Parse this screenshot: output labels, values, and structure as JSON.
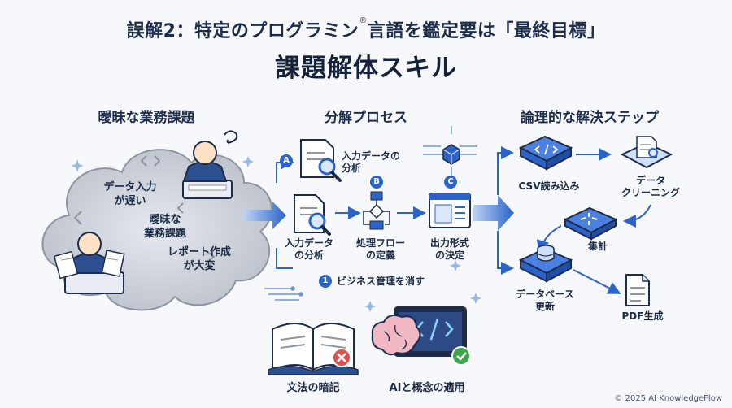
{
  "header": {
    "title_line1": "誤解2：特定のプログラミン",
    "title_mark": "®",
    "title_line1b": "言語を鑑定要は「最終目標」",
    "title_line2": "課題解体スキル"
  },
  "columns": {
    "left": "曖昧な業務課題",
    "middle": "分解プロセス",
    "right": "論理的な解決ステップ"
  },
  "cloud": {
    "label1": "データ入力\nが遅い",
    "label2": "曖昧な\n業務課題",
    "label3": "レポート作成\nが大変"
  },
  "process": {
    "badge_a": "A",
    "badge_b": "B",
    "badge_c": "C",
    "a_label": "入力データの\n分析",
    "step1_label": "入力データ\nの分析",
    "step2_label": "処理フロー\nの定義",
    "step3_label": "出力形式\nの決定",
    "note_num": "1",
    "note_text": "ビジネス管理を消す"
  },
  "comparison": {
    "bad_label": "文法の暗記",
    "good_label": "AIと概念の適用"
  },
  "solution": {
    "csv": "CSV読み込み",
    "clean": "データ\nクリーニング",
    "agg": "集計",
    "db": "データベース\n更新",
    "pdf": "PDF生成"
  },
  "footer": {
    "copyright": "© 2025 AI KnowledgeFlow"
  },
  "colors": {
    "primary": "#2b63c9",
    "dark": "#1d2c4a",
    "cloud": "#c9ced6",
    "bad": "#e0504a",
    "good": "#3aa64a"
  }
}
